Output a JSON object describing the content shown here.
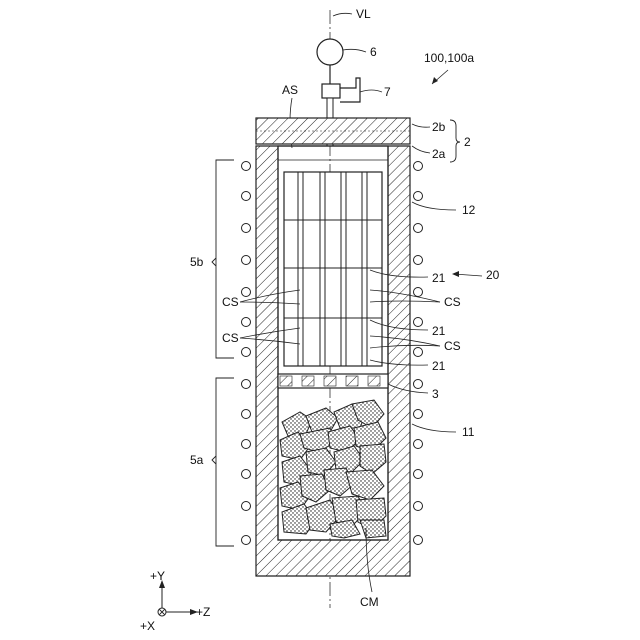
{
  "labels": {
    "vl": "VL",
    "valve": "6",
    "valve_fitting": "7",
    "apparatus_ref": "100,100a",
    "as": "AS",
    "lid_outer": "2b",
    "lid_inner": "2a",
    "lid": "2",
    "upper_section": "12",
    "coil_upper": "5b",
    "holder": "20",
    "stage_21_a": "21",
    "stage_21_b": "21",
    "stage_21_c": "21",
    "cs_left_1": "CS",
    "cs_left_2": "CS",
    "cs_right_1": "CS",
    "cs_right_2": "CS",
    "partition": "3",
    "lower_section": "11",
    "coil_lower": "5a",
    "raw_material": "CM",
    "axis_y": "+Y",
    "axis_z": "+Z",
    "axis_x": "+X"
  }
}
